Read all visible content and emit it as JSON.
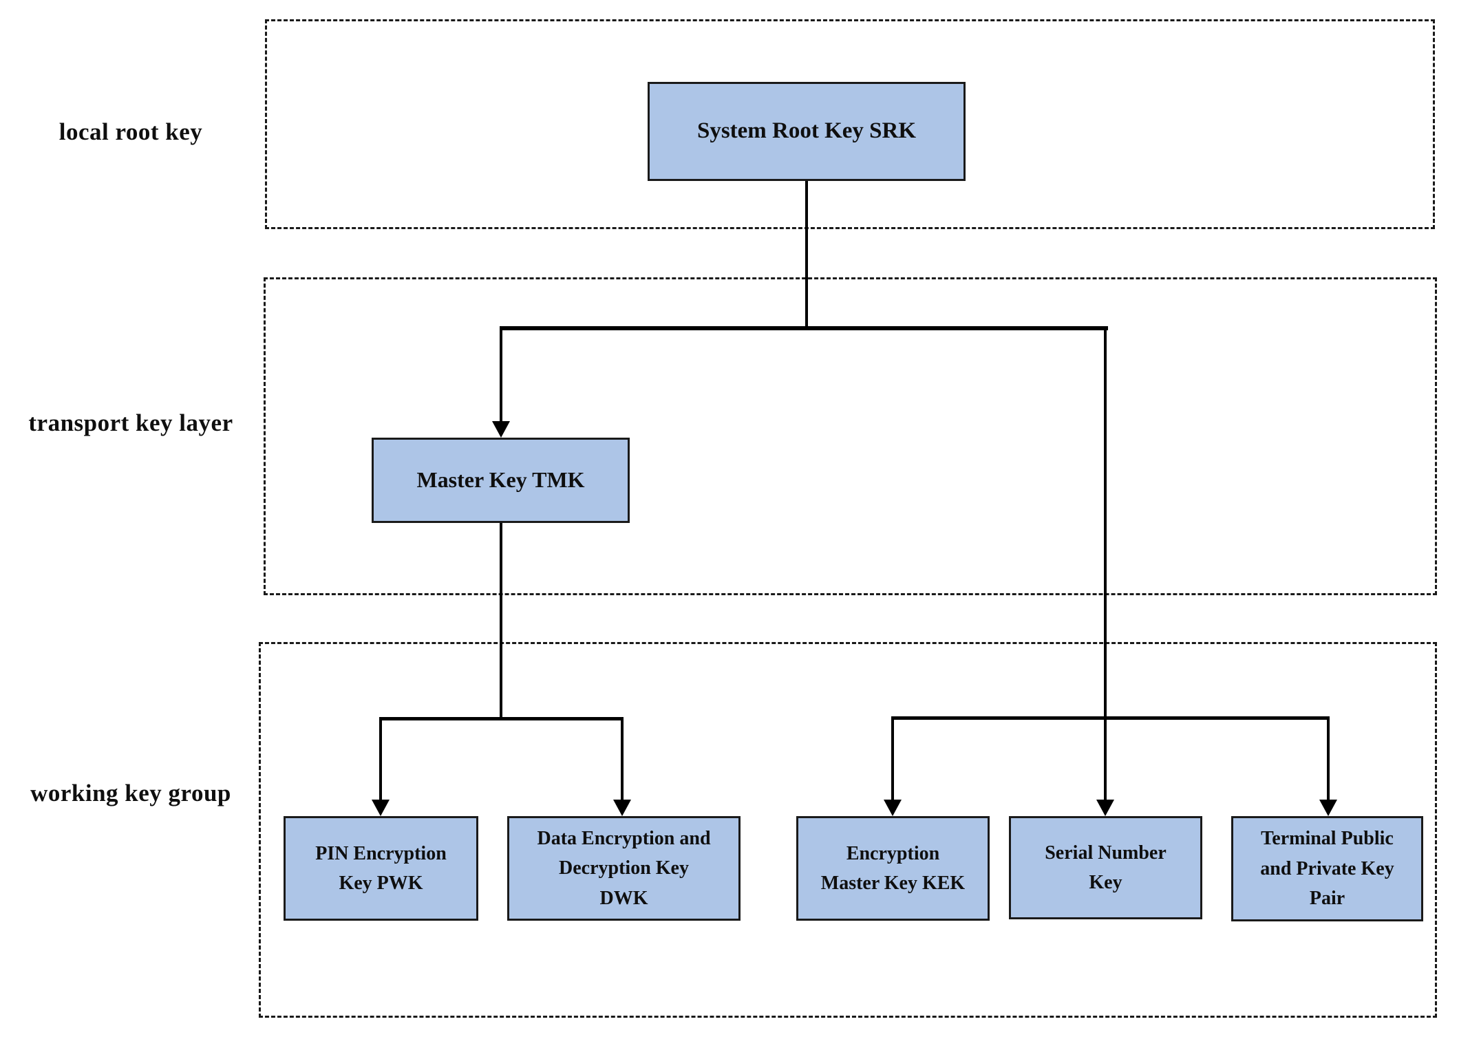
{
  "diagram": {
    "colors": {
      "node_fill": "#adc5e7",
      "node_border": "#1a1a1a",
      "connector": "#000000",
      "layer_border": "#1a1a1a",
      "text": "#0f0f0f",
      "background": "#ffffff"
    },
    "layers": [
      {
        "name": "local-root-key",
        "label": "local root key"
      },
      {
        "name": "transport-key-layer",
        "label": "transport key layer"
      },
      {
        "name": "working-key-group",
        "label": "working key group"
      }
    ],
    "nodes": {
      "srk": {
        "lines": [
          "System Root Key SRK"
        ]
      },
      "tmk": {
        "lines": [
          "Master Key TMK"
        ]
      },
      "pwk": {
        "lines": [
          "PIN Encryption",
          "Key PWK"
        ]
      },
      "dwk": {
        "lines": [
          "Data Encryption and",
          "Decryption Key",
          "DWK"
        ]
      },
      "kek": {
        "lines": [
          "Encryption",
          "Master Key KEK"
        ]
      },
      "snk": {
        "lines": [
          "Serial Number",
          "Key"
        ]
      },
      "tkp": {
        "lines": [
          "Terminal Public",
          "and Private Key",
          "Pair"
        ]
      }
    },
    "edges": [
      {
        "from": "System Root Key SRK",
        "to": "Master Key TMK"
      },
      {
        "from": "System Root Key SRK",
        "to": "Encryption Master Key KEK"
      },
      {
        "from": "System Root Key SRK",
        "to": "Serial Number Key"
      },
      {
        "from": "System Root Key SRK",
        "to": "Terminal Public and Private Key Pair"
      },
      {
        "from": "Master Key TMK",
        "to": "PIN Encryption Key PWK"
      },
      {
        "from": "Master Key TMK",
        "to": "Data Encryption and Decryption Key DWK"
      }
    ]
  }
}
